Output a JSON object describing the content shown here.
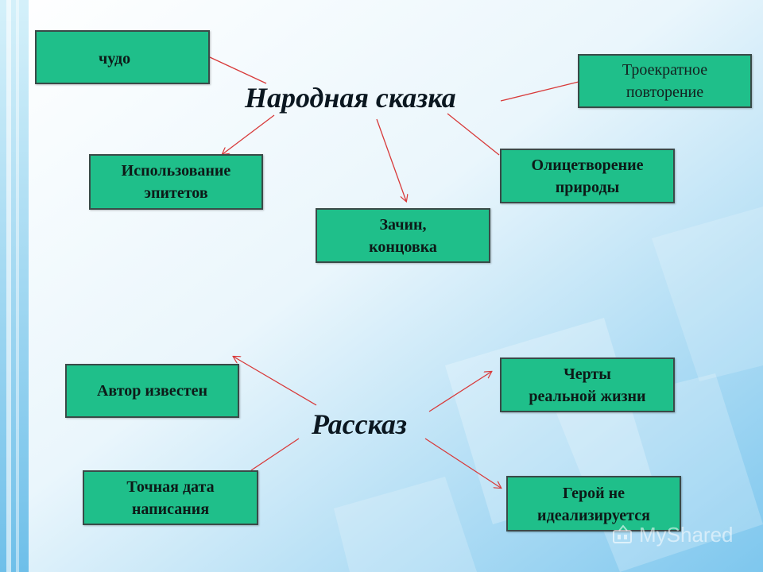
{
  "diagram": {
    "folk_tale": {
      "title": "Народная сказка",
      "nodes": [
        {
          "id": "miracle",
          "label": "чудо"
        },
        {
          "id": "triple",
          "label": "Троекратное\nповторение"
        },
        {
          "id": "epithets",
          "label": "Использование\nэпитетов"
        },
        {
          "id": "personification",
          "label": "Олицетворение\nприроды"
        },
        {
          "id": "opening",
          "label": "Зачин,\nконцовка"
        }
      ]
    },
    "story": {
      "title": "Рассказ",
      "nodes": [
        {
          "id": "author",
          "label": "Автор известен"
        },
        {
          "id": "date",
          "label": "Точная дата\nнаписания"
        },
        {
          "id": "reallife",
          "label": "Черты\nреальной жизни"
        },
        {
          "id": "hero",
          "label": "Герой не\nидеализируется"
        }
      ]
    },
    "edges": [
      {
        "from": "folk_tale",
        "to": "miracle"
      },
      {
        "from": "folk_tale",
        "to": "triple"
      },
      {
        "from": "folk_tale",
        "to": "epithets"
      },
      {
        "from": "folk_tale",
        "to": "opening"
      },
      {
        "from": "folk_tale",
        "to": "personification"
      },
      {
        "from": "story",
        "to": "author"
      },
      {
        "from": "story",
        "to": "date"
      },
      {
        "from": "story",
        "to": "reallife"
      },
      {
        "from": "story",
        "to": "hero"
      }
    ],
    "colors": {
      "box_fill": "#1fbf8a",
      "box_border": "#3a4a48",
      "arrow": "#d83a3a"
    }
  },
  "watermark": {
    "text": "MyShared"
  }
}
